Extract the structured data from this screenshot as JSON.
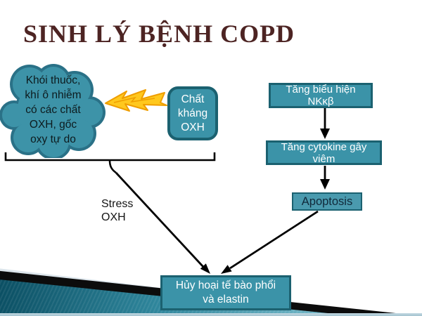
{
  "title": "SINH LÝ BỆNH COPD",
  "diagram": {
    "cloud_text": "Khói thuốc,\nkhí ô nhiễm\ncó các chất\nOXH, gốc\noxy tự do",
    "antioxidant_box": "Chất\nkháng\nOXH",
    "nfkb_box": "Tăng biểu hiện\nNKκβ",
    "cytokine_box": "Tăng cytokine gây\nviêm",
    "apoptosis_box": "Apoptosis",
    "stress_label": "Stress\nOXH",
    "damage_box": "Hủy hoại tế bào phổi\nvà elastin"
  },
  "colors": {
    "title": "#4d2423",
    "box_fill": "#3b93a8",
    "box_border": "#1b6170",
    "apoptosis_fill": "#4a9aae",
    "apoptosis_text": "#10293a",
    "cloud_fill": "#3d93a8",
    "cloud_border": "#2a7187",
    "lightning_fill": "#ffc81e",
    "lightning_stroke": "#ef9e00",
    "arrow": "#000000",
    "deco_teal_dark": "#0a4e62",
    "deco_teal_light": "#7fc0cf",
    "deco_silver": "#dde6ec",
    "deco_black": "#0c0c0c",
    "strip": "#a3c3d0"
  }
}
